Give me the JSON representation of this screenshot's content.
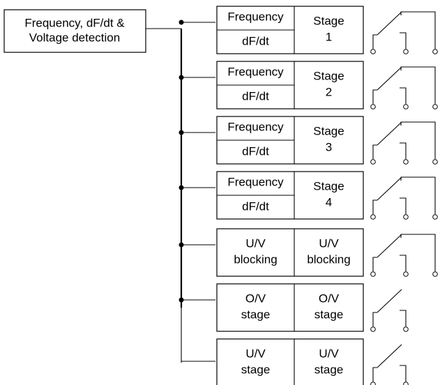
{
  "source": {
    "line1": "Frequency, dF/dt &",
    "line2": "Voltage detection"
  },
  "stages": [
    {
      "kind": "split",
      "left_top": "Frequency",
      "left_bottom": "dF/dt",
      "right_line1": "Stage",
      "right_line2": "1",
      "contacts": "changeover"
    },
    {
      "kind": "split",
      "left_top": "Frequency",
      "left_bottom": "dF/dt",
      "right_line1": "Stage",
      "right_line2": "2",
      "contacts": "changeover"
    },
    {
      "kind": "split",
      "left_top": "Frequency",
      "left_bottom": "dF/dt",
      "right_line1": "Stage",
      "right_line2": "3",
      "contacts": "changeover"
    },
    {
      "kind": "split",
      "left_top": "Frequency",
      "left_bottom": "dF/dt",
      "right_line1": "Stage",
      "right_line2": "4",
      "contacts": "changeover"
    },
    {
      "kind": "pair",
      "left_line1": "U/V",
      "left_line2": "blocking",
      "right_line1": "U/V",
      "right_line2": "blocking",
      "contacts": "changeover"
    },
    {
      "kind": "pair",
      "left_line1": "O/V",
      "left_line2": "stage",
      "right_line1": "O/V",
      "right_line2": "stage",
      "contacts": "normally-open"
    },
    {
      "kind": "pair",
      "left_line1": "U/V",
      "left_line2": "stage",
      "right_line1": "U/V",
      "right_line2": "stage",
      "contacts": "normally-open"
    }
  ]
}
